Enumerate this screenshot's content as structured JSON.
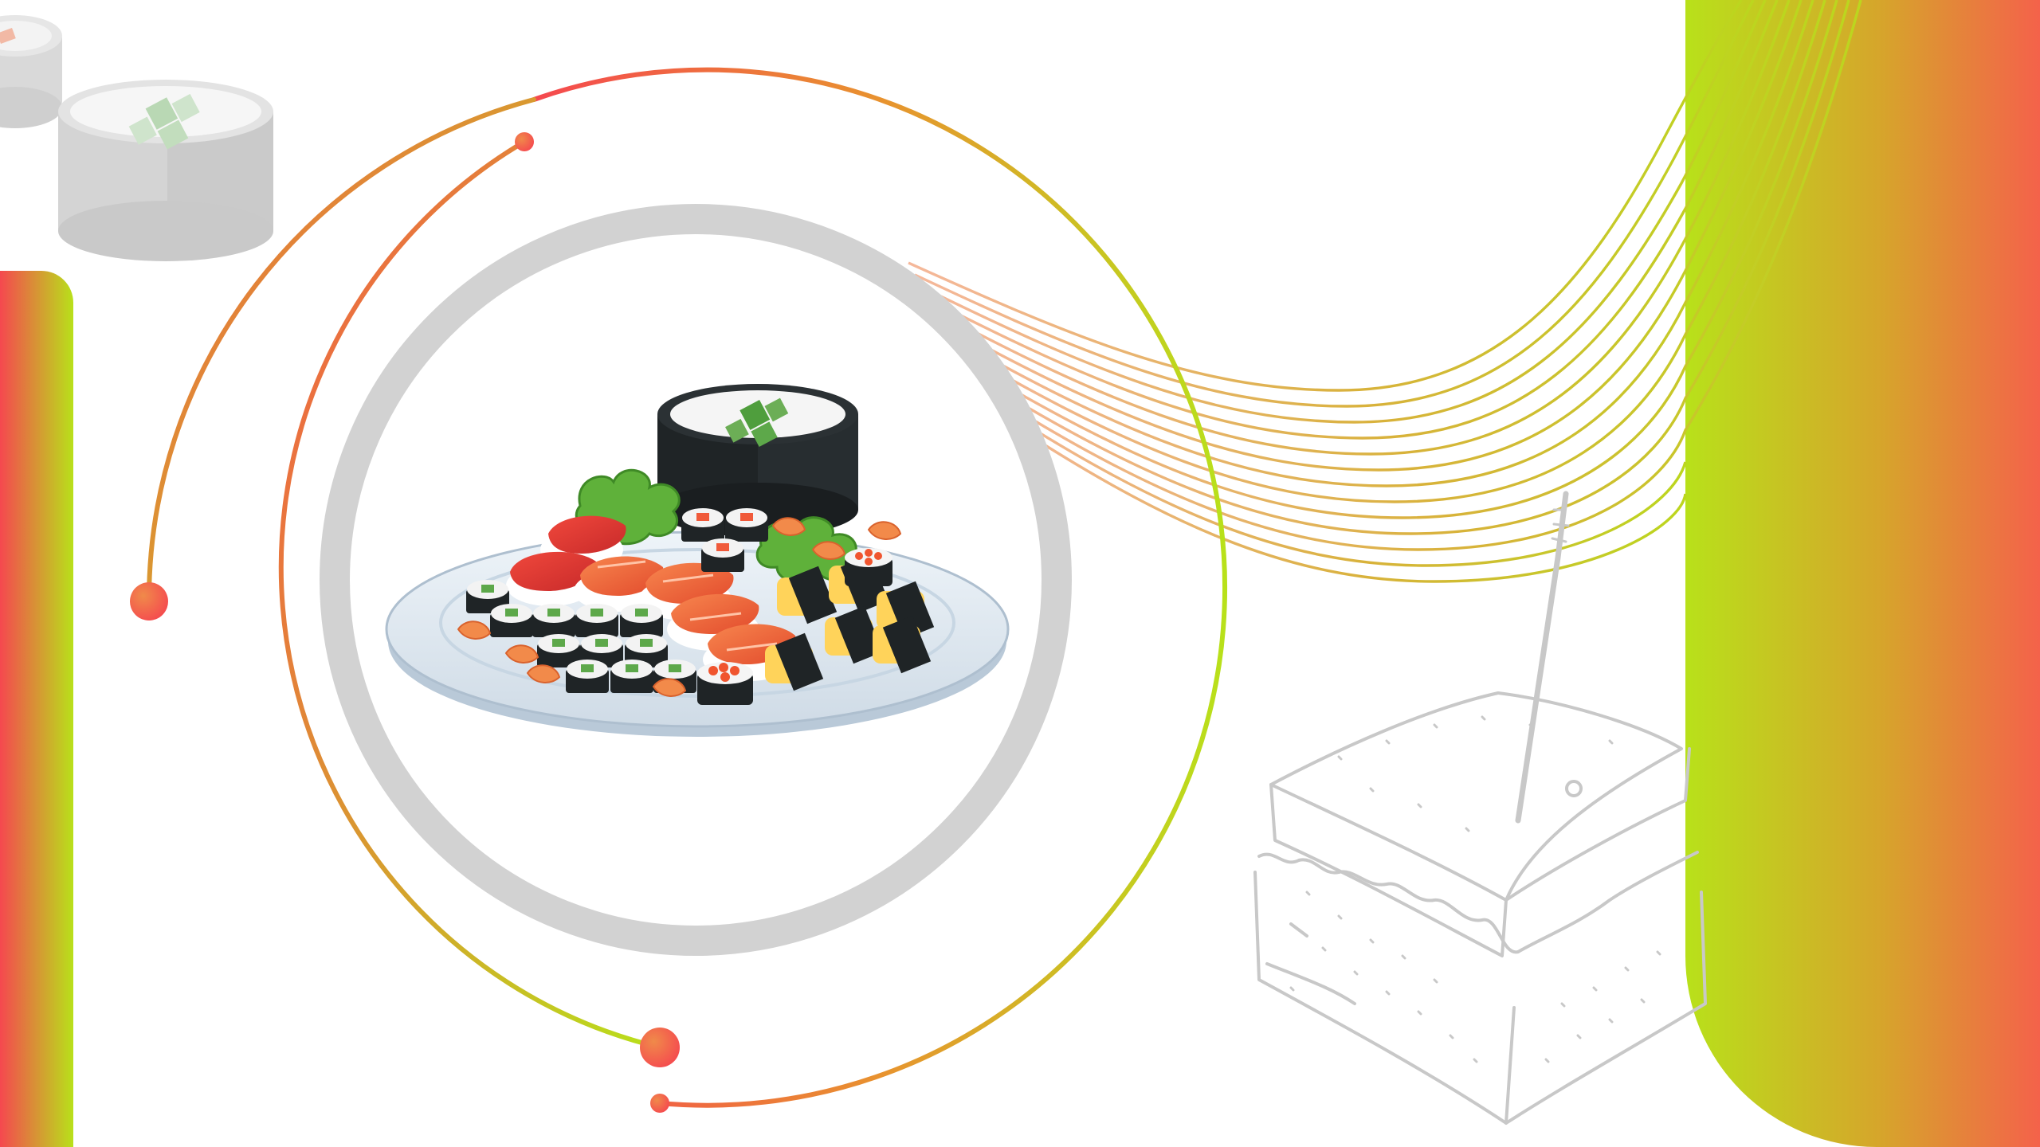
{
  "slide": {
    "text": [],
    "palette": {
      "accent_red": "#f5484f",
      "accent_orange": "#ec8a3e",
      "accent_lime": "#b8e11a",
      "ring_gray": "#d2d2d2",
      "sketch_gray": "#c8c8c8",
      "nori_dark": "#1f2426",
      "salmon": "#f06a3a",
      "plate_blue": "#dfe9f2",
      "leaf_green": "#5fb13a"
    },
    "icons": {
      "hero": "sushi-platter-illustration",
      "decor_top_left": "sushi-roll-decor",
      "decor_bottom_right": "sandwich-sketch"
    }
  }
}
